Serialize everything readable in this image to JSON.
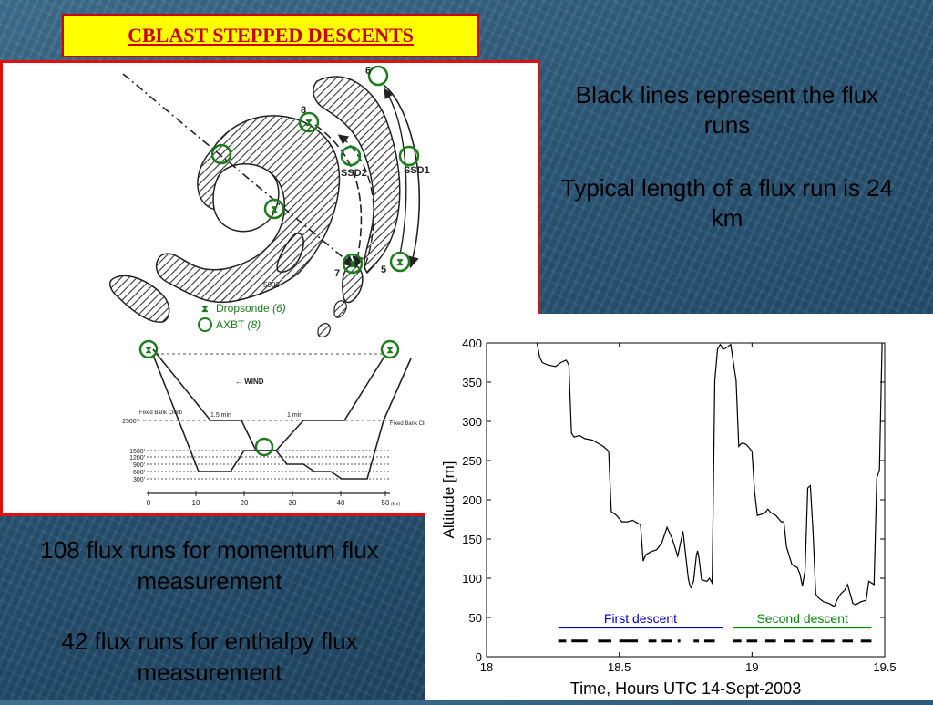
{
  "slide": {
    "title": "CBLAST STEPPED DESCENTS",
    "notes": [
      "Black lines represent the flux runs",
      "Typical length of a flux run is 24 km"
    ],
    "stats": [
      "108 flux runs for momentum flux measurement",
      "42 flux runs for enthalpy flux measurement"
    ]
  },
  "diagram": {
    "markers": [
      "6",
      "8",
      "SSD2",
      "SSD1",
      "7",
      "5",
      "5000"
    ],
    "legend": [
      {
        "symbol": "dropsonde",
        "label": "Dropsonde",
        "count": "(6)"
      },
      {
        "symbol": "axbt",
        "label": "AXBT",
        "count": "(8)"
      }
    ],
    "profile": {
      "wind_label": "← WIND",
      "segment_labels": [
        "1.5 min",
        "1 min"
      ],
      "left_label": "Fixed Bank Climb",
      "right_label": "Fixed Bank Clin",
      "altitudes": [
        "2500'",
        "1500'",
        "1200'",
        "900'",
        "600'",
        "300'"
      ],
      "x_ticks": [
        "0",
        "10",
        "20",
        "30",
        "40",
        "50"
      ],
      "x_unit": "(km)"
    }
  },
  "chart_data": {
    "type": "line",
    "xlabel": "Time, Hours UTC 14-Sept-2003",
    "ylabel": "Altitude [m]",
    "xlim": [
      18,
      19.5
    ],
    "ylim": [
      0,
      400
    ],
    "x_ticks": [
      "18",
      "18.5",
      "19",
      "19.5"
    ],
    "y_ticks": [
      "0",
      "50",
      "100",
      "150",
      "200",
      "250",
      "300",
      "350",
      "400"
    ],
    "grid": false,
    "series": [
      {
        "color": "#000000",
        "x": [
          18.19,
          18.2,
          18.21,
          18.23,
          18.26,
          18.28,
          18.3,
          18.31,
          18.32,
          18.33,
          18.35,
          18.37,
          18.4,
          18.42,
          18.44,
          18.46,
          18.47,
          18.49,
          18.51,
          18.53,
          18.55,
          18.58,
          18.59,
          18.6,
          18.62,
          18.64,
          18.66,
          18.68,
          18.7,
          18.72,
          18.74,
          18.76,
          18.765,
          18.77,
          18.78,
          18.79,
          18.795,
          18.8,
          18.81,
          18.83,
          18.84,
          18.85,
          18.86,
          18.87,
          18.88,
          18.885,
          18.89,
          18.9,
          18.92,
          18.94,
          18.95,
          18.96,
          18.97,
          18.98,
          19.0,
          19.01,
          19.02,
          19.04,
          19.05,
          19.06,
          19.07,
          19.09,
          19.11,
          19.12,
          19.13,
          19.15,
          19.16,
          19.17,
          19.18,
          19.19,
          19.2,
          19.21,
          19.22,
          19.23,
          19.24,
          19.25,
          19.27,
          19.29,
          19.3,
          19.31,
          19.32,
          19.33,
          19.34,
          19.35,
          19.36,
          19.37,
          19.38,
          19.39,
          19.41,
          19.43,
          19.44,
          19.46,
          19.47,
          19.48,
          19.49
        ],
        "values": [
          400,
          382,
          375,
          372,
          370,
          375,
          378,
          372,
          285,
          280,
          282,
          278,
          276,
          272,
          268,
          262,
          185,
          180,
          172,
          172,
          174,
          168,
          122,
          130,
          134,
          136,
          145,
          165,
          150,
          128,
          160,
          100,
          92,
          88,
          96,
          128,
          135,
          126,
          98,
          96,
          100,
          94,
          352,
          392,
          398,
          396,
          392,
          393,
          398,
          352,
          268,
          272,
          272,
          270,
          262,
          210,
          180,
          182,
          184,
          188,
          184,
          180,
          172,
          172,
          140,
          118,
          115,
          114,
          106,
          90,
          110,
          215,
          218,
          160,
          80,
          75,
          70,
          68,
          66,
          64,
          72,
          78,
          82,
          85,
          92,
          80,
          68,
          66,
          70,
          72,
          96,
          92,
          228,
          238,
          400
        ]
      }
    ],
    "legend_entries": [
      {
        "name": "First descent",
        "color": "#0000cc",
        "x_start": 18.27,
        "x_end": 18.89,
        "y": 37
      },
      {
        "name": "Second descent",
        "color": "#008800",
        "x_start": 18.93,
        "x_end": 19.45,
        "y": 37
      }
    ],
    "flux_runs": [
      [
        18.27,
        18.3
      ],
      [
        18.32,
        18.38
      ],
      [
        18.42,
        18.47
      ],
      [
        18.5,
        18.57
      ],
      [
        18.61,
        18.64
      ],
      [
        18.66,
        18.7
      ],
      [
        18.72,
        18.73
      ],
      [
        18.78,
        18.8
      ],
      [
        18.82,
        18.86
      ],
      [
        18.93,
        18.96
      ],
      [
        18.98,
        19.02
      ],
      [
        19.05,
        19.09
      ],
      [
        19.12,
        19.16
      ],
      [
        19.19,
        19.23
      ],
      [
        19.26,
        19.31
      ],
      [
        19.34,
        19.38
      ],
      [
        19.41,
        19.45
      ]
    ],
    "flux_run_y": 20
  }
}
